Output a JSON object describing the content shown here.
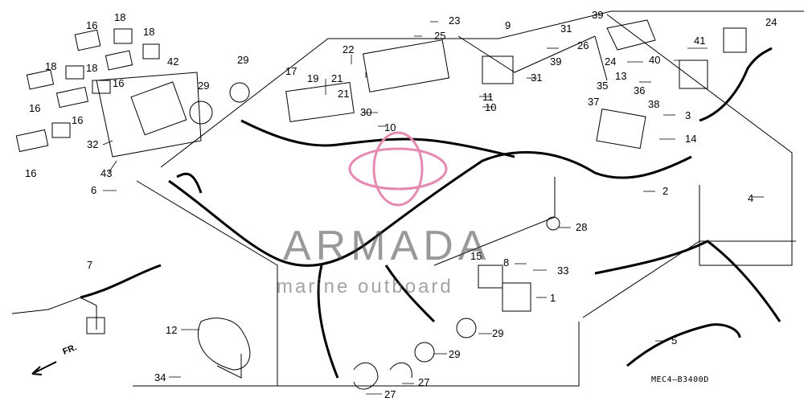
{
  "watermark": {
    "brand": "ARMADA",
    "tagline": "marine outboard",
    "logo_color": "#e58ab0"
  },
  "diagram_code": "MEC4—B3400D",
  "direction_label": "FR.",
  "callouts": [
    {
      "id": "c1",
      "text": "1"
    },
    {
      "id": "c2",
      "text": "2"
    },
    {
      "id": "c3",
      "text": "3"
    },
    {
      "id": "c4",
      "text": "4"
    },
    {
      "id": "c5",
      "text": "5"
    },
    {
      "id": "c6",
      "text": "6"
    },
    {
      "id": "c7",
      "text": "7"
    },
    {
      "id": "c8",
      "text": "8"
    },
    {
      "id": "c9",
      "text": "9"
    },
    {
      "id": "c10a",
      "text": "10"
    },
    {
      "id": "c10b",
      "text": "10"
    },
    {
      "id": "c11",
      "text": "11"
    },
    {
      "id": "c12",
      "text": "12"
    },
    {
      "id": "c13",
      "text": "13"
    },
    {
      "id": "c14",
      "text": "14"
    },
    {
      "id": "c15",
      "text": "15"
    },
    {
      "id": "c16a",
      "text": "16"
    },
    {
      "id": "c16b",
      "text": "16"
    },
    {
      "id": "c16c",
      "text": "16"
    },
    {
      "id": "c16d",
      "text": "16"
    },
    {
      "id": "c16e",
      "text": "16"
    },
    {
      "id": "c17",
      "text": "17"
    },
    {
      "id": "c18a",
      "text": "18"
    },
    {
      "id": "c18b",
      "text": "18"
    },
    {
      "id": "c18c",
      "text": "18"
    },
    {
      "id": "c18d",
      "text": "18"
    },
    {
      "id": "c19",
      "text": "19"
    },
    {
      "id": "c21a",
      "text": "21"
    },
    {
      "id": "c21b",
      "text": "21"
    },
    {
      "id": "c22",
      "text": "22"
    },
    {
      "id": "c23",
      "text": "23"
    },
    {
      "id": "c24a",
      "text": "24"
    },
    {
      "id": "c24b",
      "text": "24"
    },
    {
      "id": "c25",
      "text": "25"
    },
    {
      "id": "c26",
      "text": "26"
    },
    {
      "id": "c27a",
      "text": "27"
    },
    {
      "id": "c27b",
      "text": "27"
    },
    {
      "id": "c28",
      "text": "28"
    },
    {
      "id": "c29a",
      "text": "29"
    },
    {
      "id": "c29b",
      "text": "29"
    },
    {
      "id": "c29c",
      "text": "29"
    },
    {
      "id": "c29d",
      "text": "29"
    },
    {
      "id": "c30",
      "text": "30"
    },
    {
      "id": "c31a",
      "text": "31"
    },
    {
      "id": "c31b",
      "text": "31"
    },
    {
      "id": "c32",
      "text": "32"
    },
    {
      "id": "c33",
      "text": "33"
    },
    {
      "id": "c34",
      "text": "34"
    },
    {
      "id": "c35",
      "text": "35"
    },
    {
      "id": "c36",
      "text": "36"
    },
    {
      "id": "c37",
      "text": "37"
    },
    {
      "id": "c38",
      "text": "38"
    },
    {
      "id": "c39a",
      "text": "39"
    },
    {
      "id": "c39b",
      "text": "39"
    },
    {
      "id": "c40",
      "text": "40"
    },
    {
      "id": "c41",
      "text": "41"
    },
    {
      "id": "c42",
      "text": "42"
    },
    {
      "id": "c43",
      "text": "43"
    }
  ]
}
